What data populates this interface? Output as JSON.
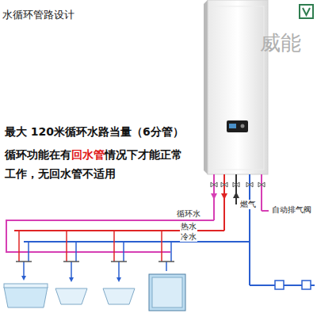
{
  "diagram": {
    "title": "水循环管路设计",
    "labels": [
      "威能",
      "最大 120米循环水路当量（6分管）",
      "循环功能在有",
      "回水管",
      "情况下才能正常 工作，无回水管不适用",
      "循环水",
      "热水",
      "冷水",
      "燃气",
      "自动排气阀"
    ]
  }
}
